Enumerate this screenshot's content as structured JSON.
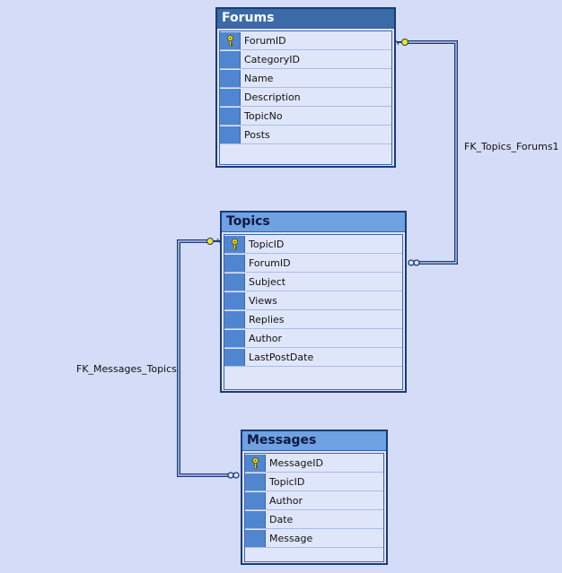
{
  "tables": [
    {
      "name": "Forums",
      "columns": [
        {
          "name": "ForumID",
          "primary_key": true
        },
        {
          "name": "CategoryID",
          "primary_key": false
        },
        {
          "name": "Name",
          "primary_key": false
        },
        {
          "name": "Description",
          "primary_key": false
        },
        {
          "name": "TopicNo",
          "primary_key": false
        },
        {
          "name": "Posts",
          "primary_key": false
        }
      ]
    },
    {
      "name": "Topics",
      "columns": [
        {
          "name": "TopicID",
          "primary_key": true
        },
        {
          "name": "ForumID",
          "primary_key": false
        },
        {
          "name": "Subject",
          "primary_key": false
        },
        {
          "name": "Views",
          "primary_key": false
        },
        {
          "name": "Replies",
          "primary_key": false
        },
        {
          "name": "Author",
          "primary_key": false
        },
        {
          "name": "LastPostDate",
          "primary_key": false
        }
      ]
    },
    {
      "name": "Messages",
      "columns": [
        {
          "name": "MessageID",
          "primary_key": true
        },
        {
          "name": "TopicID",
          "primary_key": false
        },
        {
          "name": "Author",
          "primary_key": false
        },
        {
          "name": "Date",
          "primary_key": false
        },
        {
          "name": "Message",
          "primary_key": false
        }
      ]
    }
  ],
  "relationships": [
    {
      "name": "FK_Topics_Forums1",
      "one_side": "Forums",
      "many_side": "Topics"
    },
    {
      "name": "FK_Messages_Topics",
      "one_side": "Topics",
      "many_side": "Messages"
    }
  ],
  "colors": {
    "background": "#d4dcf8",
    "selected_title": "#3a6ba6",
    "title": "#6ea2e2",
    "key_column": "#4f86cf",
    "connector": "#1b3b78",
    "key_symbol": "#f5e61a"
  }
}
